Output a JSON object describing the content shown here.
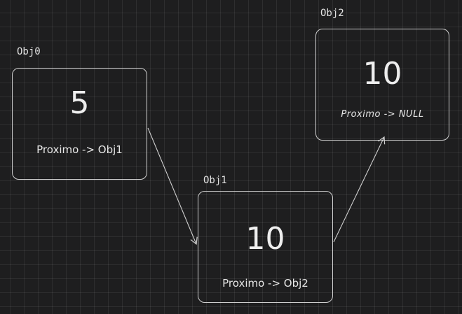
{
  "nodes": [
    {
      "label": "Obj0",
      "value": "5",
      "next": "Proximo -> Obj1"
    },
    {
      "label": "Obj1",
      "value": "10",
      "next": "Proximo -> Obj2"
    },
    {
      "label": "Obj2",
      "value": "10",
      "next": "Proximo -> NULL"
    }
  ],
  "arrows": [
    {
      "from": "Obj0",
      "to": "Obj1"
    },
    {
      "from": "Obj1",
      "to": "Obj2"
    }
  ],
  "colors": {
    "background": "#1e1e1f",
    "stroke": "#cfcfcf",
    "text": "#e6e6e6"
  }
}
